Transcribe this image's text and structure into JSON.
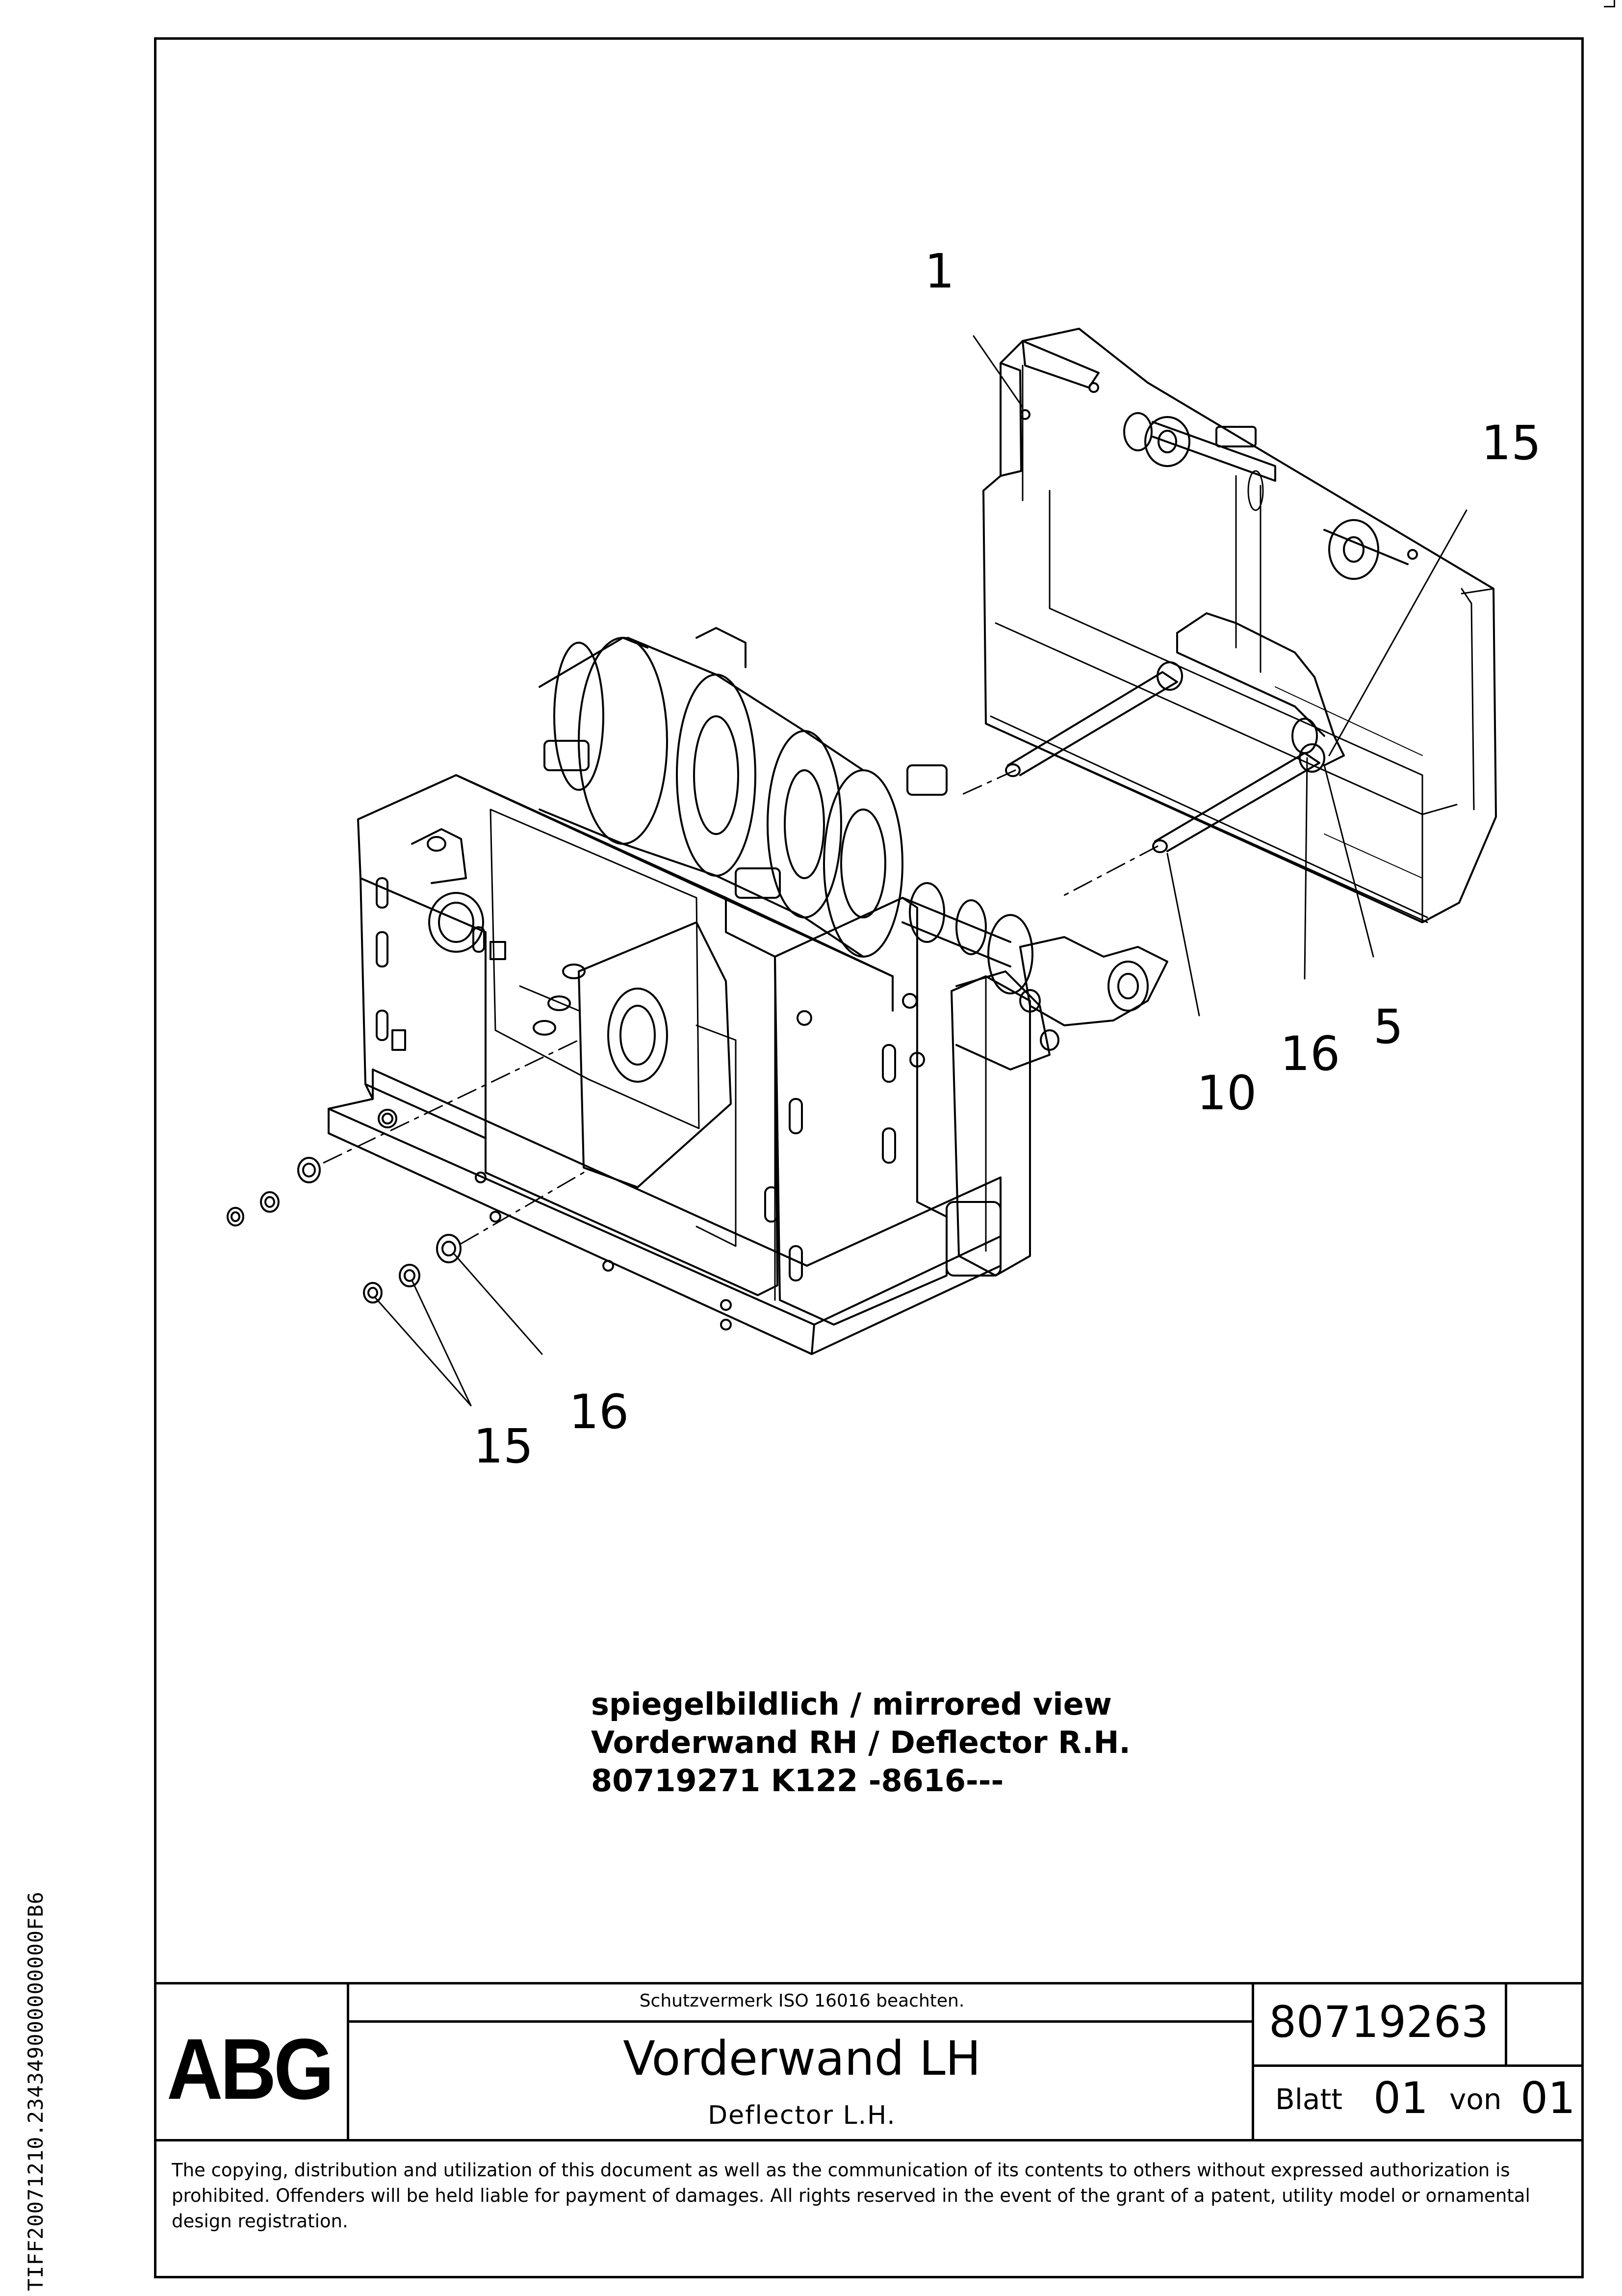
{
  "side_identifier": "TIFF20071210.234349000000000FB6",
  "callouts": [
    {
      "id": "callout-1",
      "text": "1"
    },
    {
      "id": "callout-15-top",
      "text": "15"
    },
    {
      "id": "callout-5",
      "text": "5"
    },
    {
      "id": "callout-16-right",
      "text": "16"
    },
    {
      "id": "callout-10",
      "text": "10"
    },
    {
      "id": "callout-16-left",
      "text": "16"
    },
    {
      "id": "callout-15-left",
      "text": "15"
    }
  ],
  "note": {
    "line1": "spiegelbildlich / mirrored view",
    "line2": "Vorderwand RH / Deflector R.H.",
    "line3": "80719271 K122 -8616---"
  },
  "title_block": {
    "logo": "ABG",
    "protection_notice": "Schutzvermerk ISO 16016 beachten.",
    "title": "Vorderwand LH",
    "subtitle": "Deflector L.H.",
    "document_number": "80719263",
    "sheet_label": "Blatt",
    "sheet_number": "01",
    "of_label": "von",
    "sheet_total": "01"
  },
  "copyright": "The copying, distribution and utilization of this document as well as the communication of its contents to others without expressed authorization is prohibited. Offenders will be held liable for payment of damages. All rights reserved in the event of the grant of a patent, utility model or ornamental design registration."
}
